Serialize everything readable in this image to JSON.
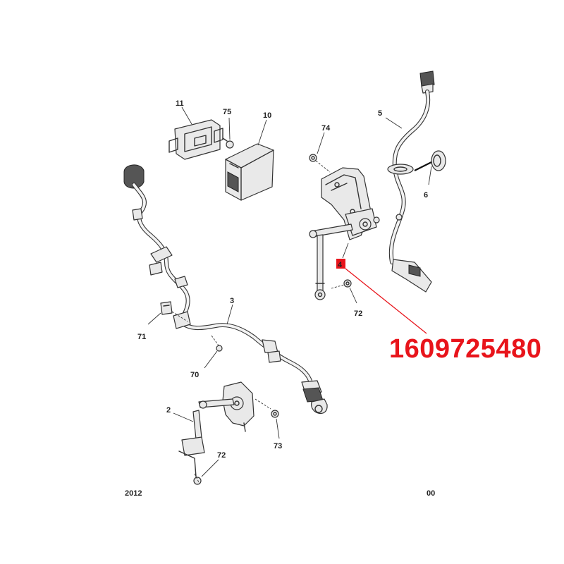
{
  "callouts": {
    "c11": "11",
    "c75": "75",
    "c10": "10",
    "c74": "74",
    "c5": "5",
    "c6": "6",
    "c4": "4",
    "c72_upper": "72",
    "c3": "3",
    "c71": "71",
    "c70": "70",
    "c2": "2",
    "c73": "73",
    "c72_lower": "72"
  },
  "footer": {
    "left_code": "2012",
    "right_code": "00"
  },
  "part_number": "1609725480",
  "colors": {
    "highlight": "#e8141b",
    "line": "#333333"
  }
}
